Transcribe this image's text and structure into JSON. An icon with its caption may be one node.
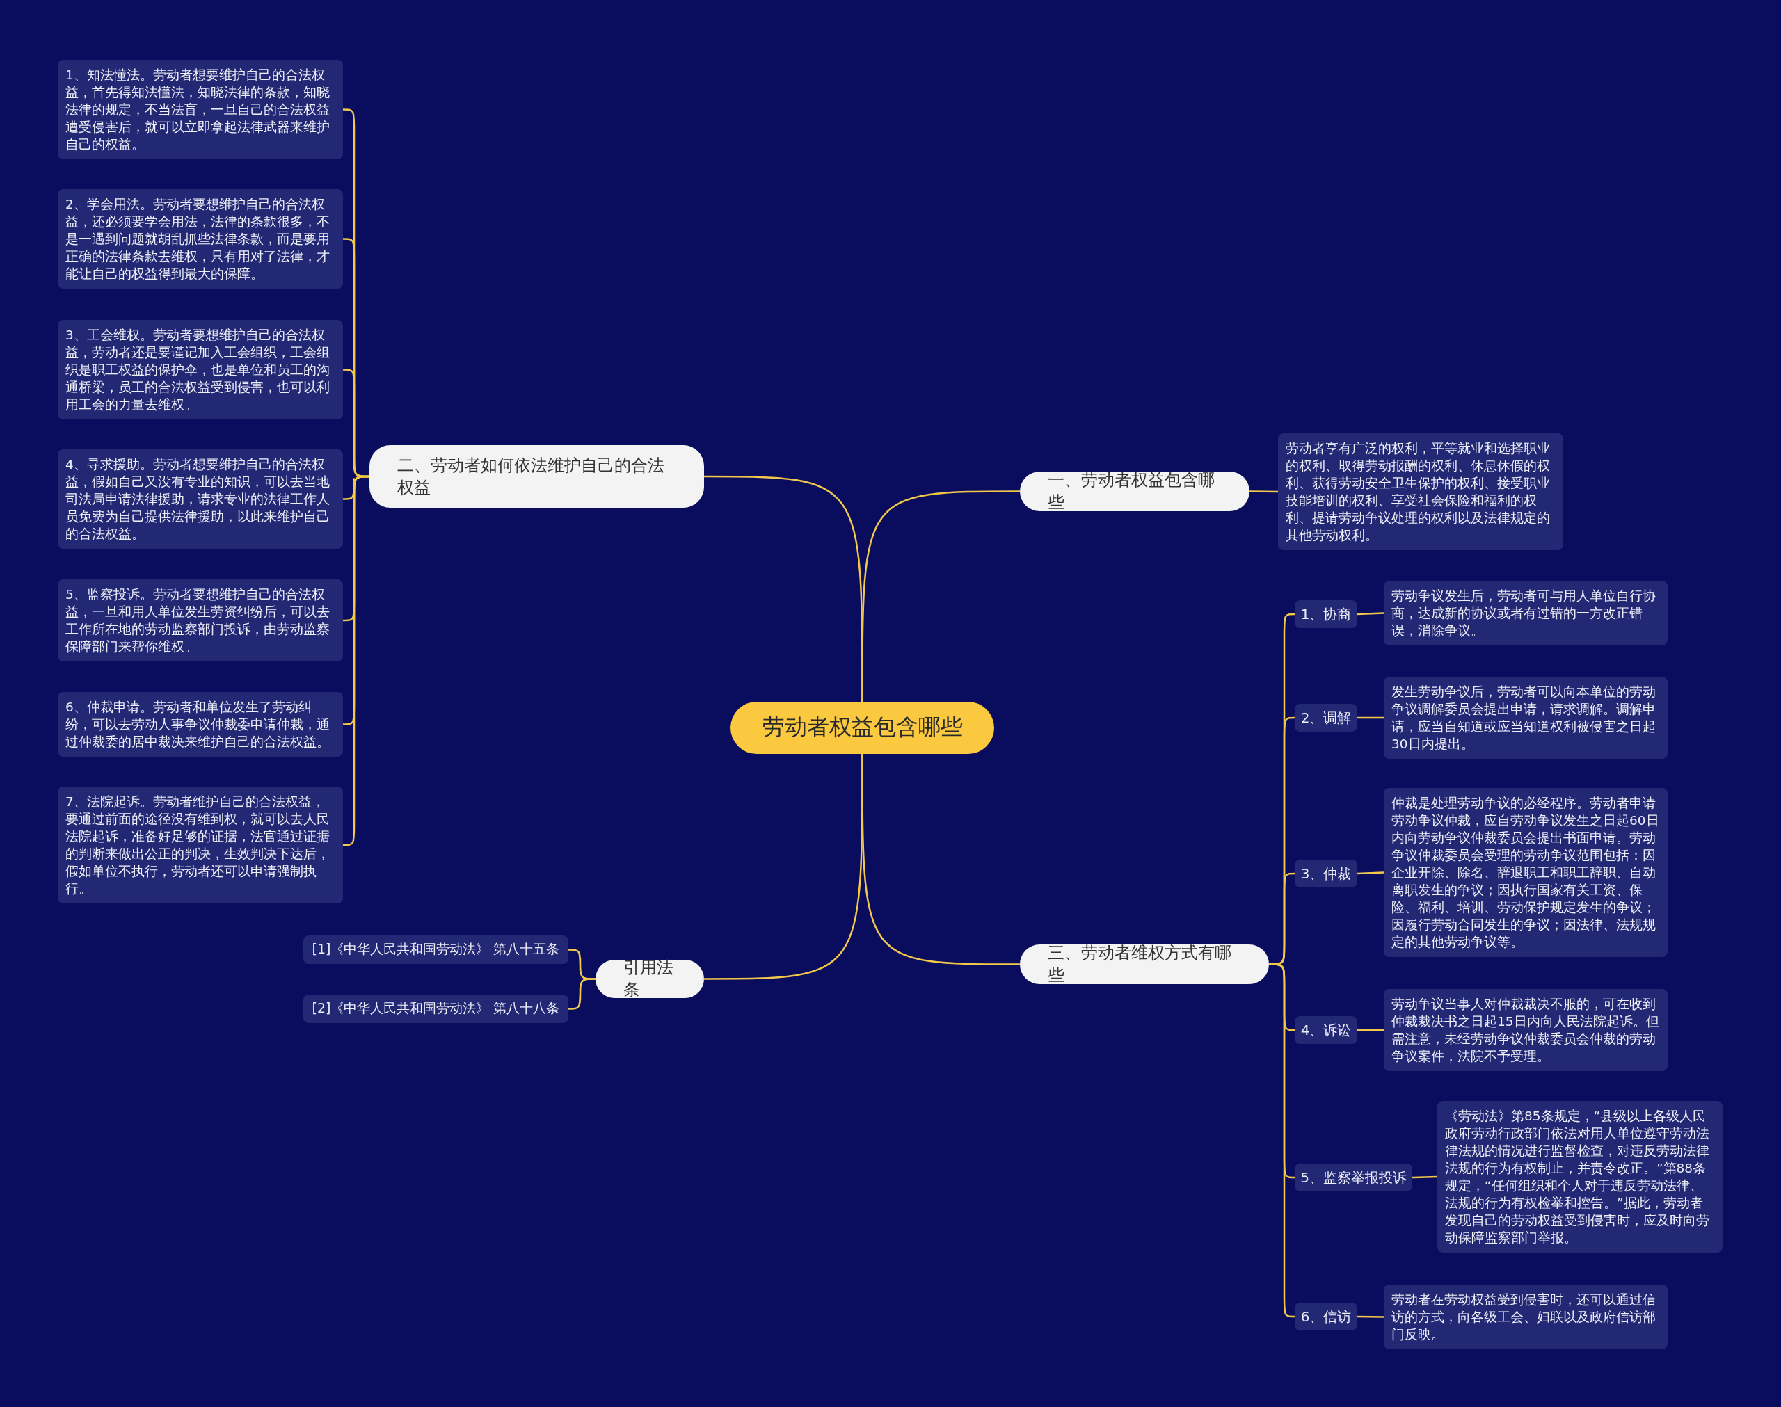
{
  "diagram": {
    "nodes": [
      {
        "text": [
          "劳动者权益包含哪些"
        ]
      },
      {
        "text": [
          "一、劳动者权益包含哪些"
        ]
      },
      {
        "text": [
          "劳动者享有广泛的权利，平等就业和选择职业的权利、取得劳动报酬的权利、休息休假的权利、获得劳动安全卫生保护的权利、接受职业技能培训的权利、享受社会保险和福利的权利、提请劳动争议处理的权利以及法律规定的其他劳动权利。"
        ]
      },
      {
        "text": [
          "二、劳动者如何依法维护自己的合法权益"
        ]
      },
      {
        "text": [
          "1、知法懂法。劳动者想要维护自己的合法权益，首先得知法懂法，知晓法律的条款，知晓法律的规定，不当法盲，一旦自己的合法权益遭受侵害后，就可以立即拿起法律武器来维护自己的权益。"
        ]
      },
      {
        "text": [
          "2、学会用法。劳动者要想维护自己的合法权益，还必须要学会用法，法律的条款很多，不是一遇到问题就胡乱抓些法律条款，而是要用正确的法律条款去维权，只有用对了法律，才能让自己的权益得到最大的保障。"
        ]
      },
      {
        "text": [
          "3、工会维权。劳动者要想维护自己的合法权益，劳动者还是要谨记加入工会组织，工会组织是职工权益的保护伞，也是单位和员工的沟通桥梁，员工的合法权益受到侵害，也可以利用工会的力量去维权。"
        ]
      },
      {
        "text": [
          "4、寻求援助。劳动者想要维护自己的合法权益，假如自己又没有专业的知识，可以去当地司法局申请法律援助，请求专业的法律工作人员免费为自己提供法律援助，以此来维护自己的合法权益。"
        ]
      },
      {
        "text": [
          "5、监察投诉。劳动者要想维护自己的合法权益，一旦和用人单位发生劳资纠纷后，可以去工作所在地的劳动监察部门投诉，由劳动监察保障部门来帮你维权。"
        ]
      },
      {
        "text": [
          "6、仲裁申请。劳动者和单位发生了劳动纠纷，可以去劳动人事争议仲裁委申请仲裁，通过仲裁委的居中裁决来维护自己的合法权益。"
        ]
      },
      {
        "text": [
          "7、法院起诉。劳动者维护自己的合法权益，要通过前面的途径没有维到权，就可以去人民法院起诉，准备好足够的证据，法官通过证据的判断来做出公正的判决，生效判决下达后，假如单位不执行，劳动者还可以申请强制执行。"
        ]
      },
      {
        "text": [
          "三、劳动者维权方式有哪些"
        ]
      },
      {
        "text": [
          "1、协商"
        ]
      },
      {
        "text": [
          "劳动争议发生后，劳动者可与用人单位自行协商，达成新的协议或者有过错的一方改正错误，消除争议。"
        ]
      },
      {
        "text": [
          "2、调解"
        ]
      },
      {
        "text": [
          "发生劳动争议后，劳动者可以向本单位的劳动争议调解委员会提出申请，请求调解。调解申请，应当自知道或应当知道权利被侵害之日起30日内提出。"
        ]
      },
      {
        "text": [
          "3、仲裁"
        ]
      },
      {
        "text": [
          "仲裁是处理劳动争议的必经程序。劳动者申请劳动争议仲裁，应自劳动争议发生之日起60日内向劳动争议仲裁委员会提出书面申请。劳动争议仲裁委员会受理的劳动争议范围包括：因企业开除、除名、辞退职工和职工辞职、自动离职发生的争议；因执行国家有关工资、保险、福利、培训、劳动保护规定发生的争议；因履行劳动合同发生的争议；因法律、法规规定的其他劳动争议等。"
        ]
      },
      {
        "text": [
          "4、诉讼"
        ]
      },
      {
        "text": [
          "劳动争议当事人对仲裁裁决不服的，可在收到仲裁裁决书之日起15日内向人民法院起诉。但需注意，未经劳动争议仲裁委员会仲裁的劳动争议案件，法院不予受理。"
        ]
      },
      {
        "text": [
          "5、监察举报投诉"
        ]
      },
      {
        "text": [
          "《劳动法》第85条规定，“县级以上各级人民政府劳动行政部门依法对用人单位遵守劳动法律法规的情况进行监督检查，对违反劳动法律法规的行为有权制止，并责令改正。”第88条规定，“任何组织和个人对于违反劳动法律、法规的行为有权检举和控告。”据此，劳动者发现自己的劳动权益受到侵害时，应及时向劳动保障监察部门举报。"
        ]
      },
      {
        "text": [
          "6、信访"
        ]
      },
      {
        "text": [
          "劳动者在劳动权益受到侵害时，还可以通过信访的方式，向各级工会、妇联以及政府信访部门反映。"
        ]
      },
      {
        "text": [
          "引用法条"
        ]
      },
      {
        "text": [
          "[1]《中华人民共和国劳动法》 第八十五条"
        ]
      },
      {
        "text": [
          "[2]《中华人民共和国劳动法》 第八十八条"
        ]
      }
    ],
    "edges": [
      {
        "from": 0,
        "to": 1,
        "arrow": "none"
      },
      {
        "from": 1,
        "to": 2,
        "arrow": "none"
      },
      {
        "from": 0,
        "to": 3,
        "arrow": "none"
      },
      {
        "from": 3,
        "to": 4,
        "arrow": "none"
      },
      {
        "from": 3,
        "to": 5,
        "arrow": "none"
      },
      {
        "from": 3,
        "to": 6,
        "arrow": "none"
      },
      {
        "from": 3,
        "to": 7,
        "arrow": "none"
      },
      {
        "from": 3,
        "to": 8,
        "arrow": "none"
      },
      {
        "from": 3,
        "to": 9,
        "arrow": "none"
      },
      {
        "from": 3,
        "to": 10,
        "arrow": "none"
      },
      {
        "from": 0,
        "to": 11,
        "arrow": "none"
      },
      {
        "from": 11,
        "to": 12,
        "arrow": "none"
      },
      {
        "from": 12,
        "to": 13,
        "arrow": "none"
      },
      {
        "from": 11,
        "to": 14,
        "arrow": "none"
      },
      {
        "from": 14,
        "to": 15,
        "arrow": "none"
      },
      {
        "from": 11,
        "to": 16,
        "arrow": "none"
      },
      {
        "from": 16,
        "to": 17,
        "arrow": "none"
      },
      {
        "from": 11,
        "to": 18,
        "arrow": "none"
      },
      {
        "from": 18,
        "to": 19,
        "arrow": "none"
      },
      {
        "from": 11,
        "to": 20,
        "arrow": "none"
      },
      {
        "from": 20,
        "to": 21,
        "arrow": "none"
      },
      {
        "from": 11,
        "to": 22,
        "arrow": "none"
      },
      {
        "from": 22,
        "to": 23,
        "arrow": "none"
      },
      {
        "from": 0,
        "to": 24,
        "arrow": "none"
      },
      {
        "from": 24,
        "to": 25,
        "arrow": "none"
      },
      {
        "from": 24,
        "to": 26,
        "arrow": "none"
      }
    ]
  }
}
